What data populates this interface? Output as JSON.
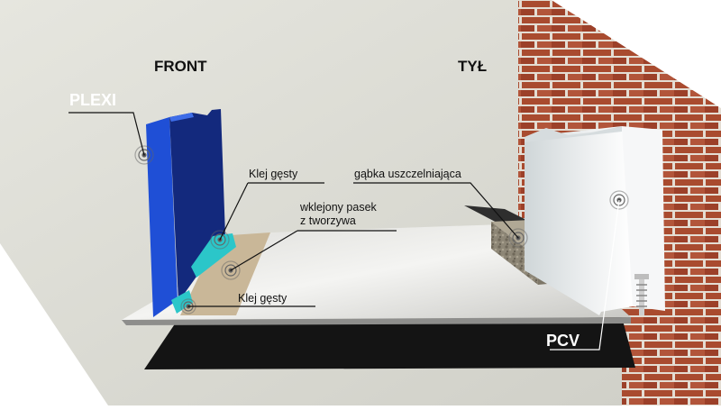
{
  "headers": {
    "front": "FRONT",
    "back": "TYŁ"
  },
  "labels": {
    "plexi": "PLEXI",
    "klej_top": "Klej gęsty",
    "pasek_line1": "wklejony pasek",
    "pasek_line2": "z tworzywa",
    "klej_bottom": "Klej gęsty",
    "gabka": "gąbka uszczelniająca",
    "pcv": "PCV"
  },
  "icons": [
    "pointer-circle-icon",
    "screw-icon"
  ],
  "colors": {
    "wall_bg": "#dcdcd4",
    "plexi_blue": "#1f4fd6",
    "plexi_dark": "#142a7a",
    "glue_cyan": "#2bc6c9",
    "plastic_strip": "#c9b798",
    "pcv_white": "#f2f3f4",
    "brick": "#a4492e",
    "sponge": "#8a8070",
    "shadow": "#111111"
  }
}
